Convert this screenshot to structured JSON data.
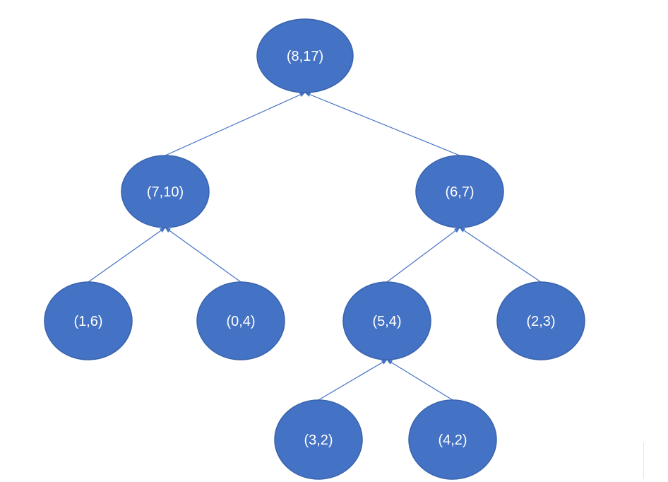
{
  "diagram": {
    "node_fill": "#4472C4",
    "node_stroke": "#3A63AD",
    "edge_color": "#4472C4",
    "label_color": "#FFFFFF",
    "nodes": [
      {
        "id": "n-8-17",
        "label": "(8,17)"
      },
      {
        "id": "n-7-10",
        "label": "(7,10)"
      },
      {
        "id": "n-6-7",
        "label": "(6,7)"
      },
      {
        "id": "n-1-6",
        "label": "(1,6)"
      },
      {
        "id": "n-0-4",
        "label": "(0,4)"
      },
      {
        "id": "n-5-4",
        "label": "(5,4)"
      },
      {
        "id": "n-2-3",
        "label": "(2,3)"
      },
      {
        "id": "n-3-2",
        "label": "(3,2)"
      },
      {
        "id": "n-4-2",
        "label": "(4,2)"
      }
    ],
    "edges": [
      {
        "from": "n-7-10",
        "to": "n-8-17"
      },
      {
        "from": "n-6-7",
        "to": "n-8-17"
      },
      {
        "from": "n-1-6",
        "to": "n-7-10"
      },
      {
        "from": "n-0-4",
        "to": "n-7-10"
      },
      {
        "from": "n-5-4",
        "to": "n-6-7"
      },
      {
        "from": "n-2-3",
        "to": "n-6-7"
      },
      {
        "from": "n-3-2",
        "to": "n-5-4"
      },
      {
        "from": "n-4-2",
        "to": "n-5-4"
      }
    ]
  }
}
